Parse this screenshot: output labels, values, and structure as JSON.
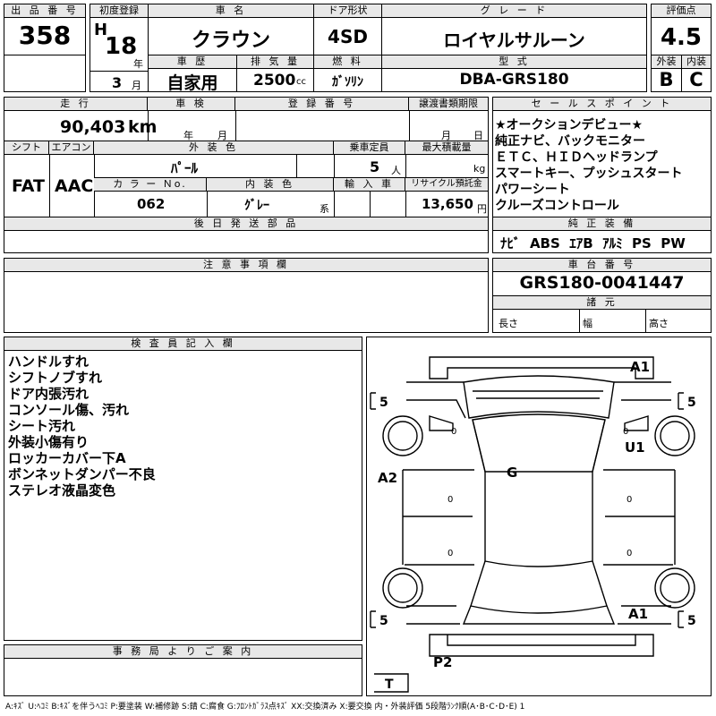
{
  "header": {
    "lot_no_label": "出 品 番 号",
    "lot_no": "358",
    "first_reg_label": "初度登録",
    "era": "H",
    "year": "18",
    "year_unit": "年",
    "month": "3",
    "month_unit": "月",
    "car_name_label": "車 名",
    "car_name": "クラウン",
    "door_label": "ドア形状",
    "door": "4SD",
    "grade_label": "グ レ ー ド",
    "grade": "ロイヤルサルーン",
    "score_label": "評価点",
    "score": "4.5",
    "history_label": "車 歴",
    "history": "自家用",
    "displacement_label": "排 気 量",
    "displacement": "2500",
    "displacement_unit": "cc",
    "fuel_label": "燃 料",
    "fuel": "ｶﾞｿﾘﾝ",
    "model_label": "型 式",
    "model": "DBA-GRS180",
    "exterior_label": "外装",
    "exterior": "B",
    "interior_label": "内装",
    "interior": "C"
  },
  "row2": {
    "mileage_label": "走 行",
    "mileage": "90,403",
    "mileage_unit": "km",
    "inspection_label": "車 検",
    "inspection_year_unit": "年",
    "inspection_month_unit": "月",
    "reg_no_label": "登 録 番 号",
    "transfer_label": "譲渡書類期限",
    "transfer_month_unit": "月",
    "transfer_day_unit": "日",
    "shift_label": "シフト",
    "shift": "FAT",
    "ac_label": "エアコン",
    "ac": "AAC",
    "ext_color_label": "外 装 色",
    "ext_color": "ﾊﾟｰﾙ",
    "capacity_label": "乗車定員",
    "capacity": "5",
    "capacity_unit": "人",
    "load_label": "最大積載量",
    "load_unit": "kg",
    "color_no_label": "カ ラ ー Ｎo.",
    "color_no": "062",
    "int_color_label": "内 装 色",
    "int_color": "ｸﾞﾚｰ",
    "int_color_unit": "系",
    "import_label": "輸 入 車",
    "recycle_label": "リサイクル預託金",
    "recycle": "13,650",
    "recycle_unit": "円",
    "later_parts_label": "後 日 発 送 部 品"
  },
  "sales": {
    "label": "セ ー ル ス ポ イ ン ト",
    "lines": [
      "★オークションデビュー★",
      "純正ナビ、バックモニター",
      "ＥＴＣ、ＨＩＤヘッドランプ",
      "スマートキー、プッシュスタート",
      "パワーシート",
      "クルーズコントロール"
    ],
    "equip_label": "純 正 装 備",
    "equip": "ﾅﾋﾞ  ABS  ｴｱB  ｱﾙﾐ  PS  PW"
  },
  "caution": {
    "label": "注 意 事 項 欄"
  },
  "chassis": {
    "label": "車 台 番 号",
    "value": "GRS180-0041447",
    "specs_label": "諸 元",
    "length": "長さ",
    "width": "幅",
    "height": "高さ"
  },
  "inspector": {
    "label": "検 査 員 記 入 欄",
    "lines": [
      "ハンドルすれ",
      "シフトノブすれ",
      "ドア内張汚れ",
      "コンソール傷、汚れ",
      "シート汚れ",
      "外装小傷有り",
      "ロッカーカバー下A",
      "ボンネットダンパー不良",
      "ステレオ液晶変色"
    ]
  },
  "office": {
    "label": "事 務 局 よ り ご 案 内"
  },
  "diagram": {
    "marks": [
      "A1",
      "U1",
      "A2",
      "G",
      "A1",
      "P2"
    ],
    "tires": [
      "5",
      "5",
      "5",
      "5",
      "T"
    ],
    "zeros": [
      "0",
      "0",
      "0",
      "0",
      "0",
      "0"
    ]
  },
  "legend": "A:ｷｽﾞ  U:ﾍｺﾐ  B:ｷｽﾞを伴うﾍｺﾐ  P:要塗装  W:補修跡  S:錆  C:腐食  G:ﾌﾛﾝﾄｶﾞﾗｽ点ｷｽﾞ  XX:交換済み  X:要交換   内・外装評価  5段階ﾗﾝｸ順(A･B･C･D･E) 1"
}
